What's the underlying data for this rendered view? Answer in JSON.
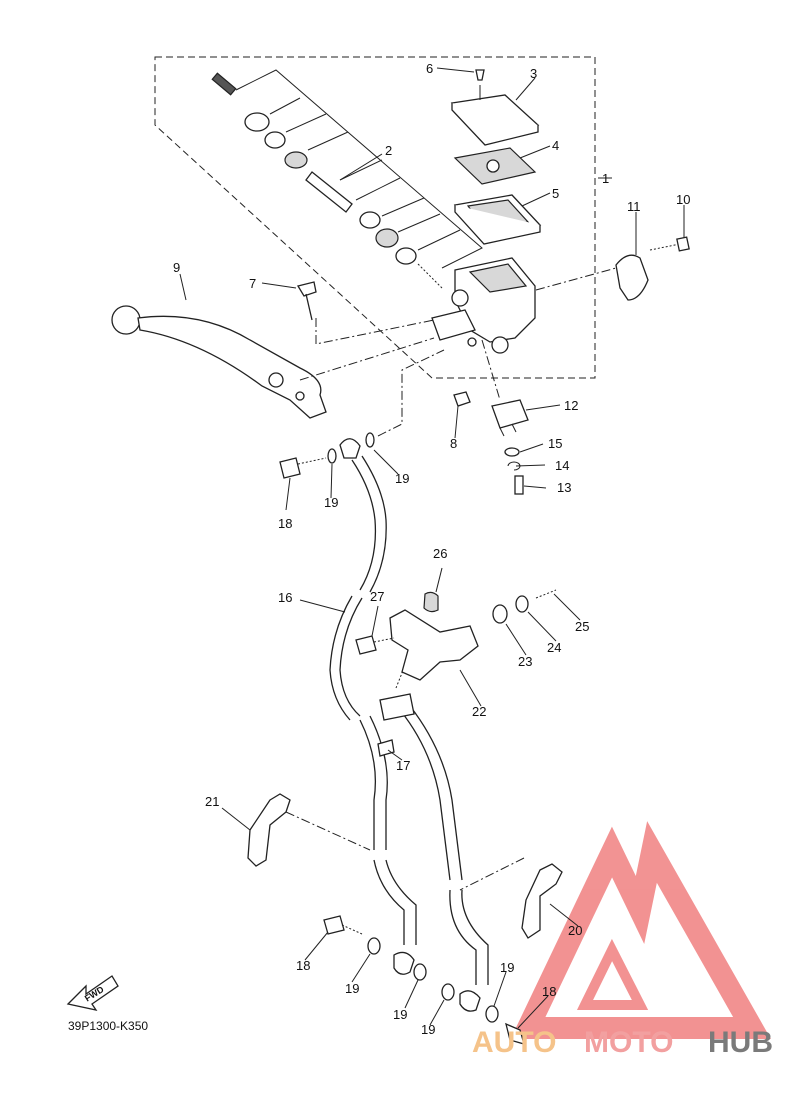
{
  "diagram": {
    "code": "39P1300-K350",
    "fwd_label": "FWD",
    "watermark": {
      "auto": "AUTO",
      "moto": "MOTO",
      "hub": "HUB",
      "colors": {
        "auto": "#f5c38a",
        "moto": "#f2a0a0",
        "hub": "#7a7a7a",
        "logo": "#f08080"
      }
    },
    "callouts": {
      "c1": "1",
      "c2": "2",
      "c3": "3",
      "c4": "4",
      "c5": "5",
      "c6": "6",
      "c7": "7",
      "c8": "8",
      "c9": "9",
      "c10": "10",
      "c11": "11",
      "c12": "12",
      "c13": "13",
      "c14": "14",
      "c15": "15",
      "c16": "16",
      "c17": "17",
      "c18a": "18",
      "c18b": "18",
      "c18c": "18",
      "c19a": "19",
      "c19b": "19",
      "c19c": "19",
      "c19d": "19",
      "c19e": "19",
      "c19f": "19",
      "c20": "20",
      "c21": "21",
      "c22": "22",
      "c23": "23",
      "c24": "24",
      "c25": "25",
      "c26": "26",
      "c27": "27"
    }
  }
}
